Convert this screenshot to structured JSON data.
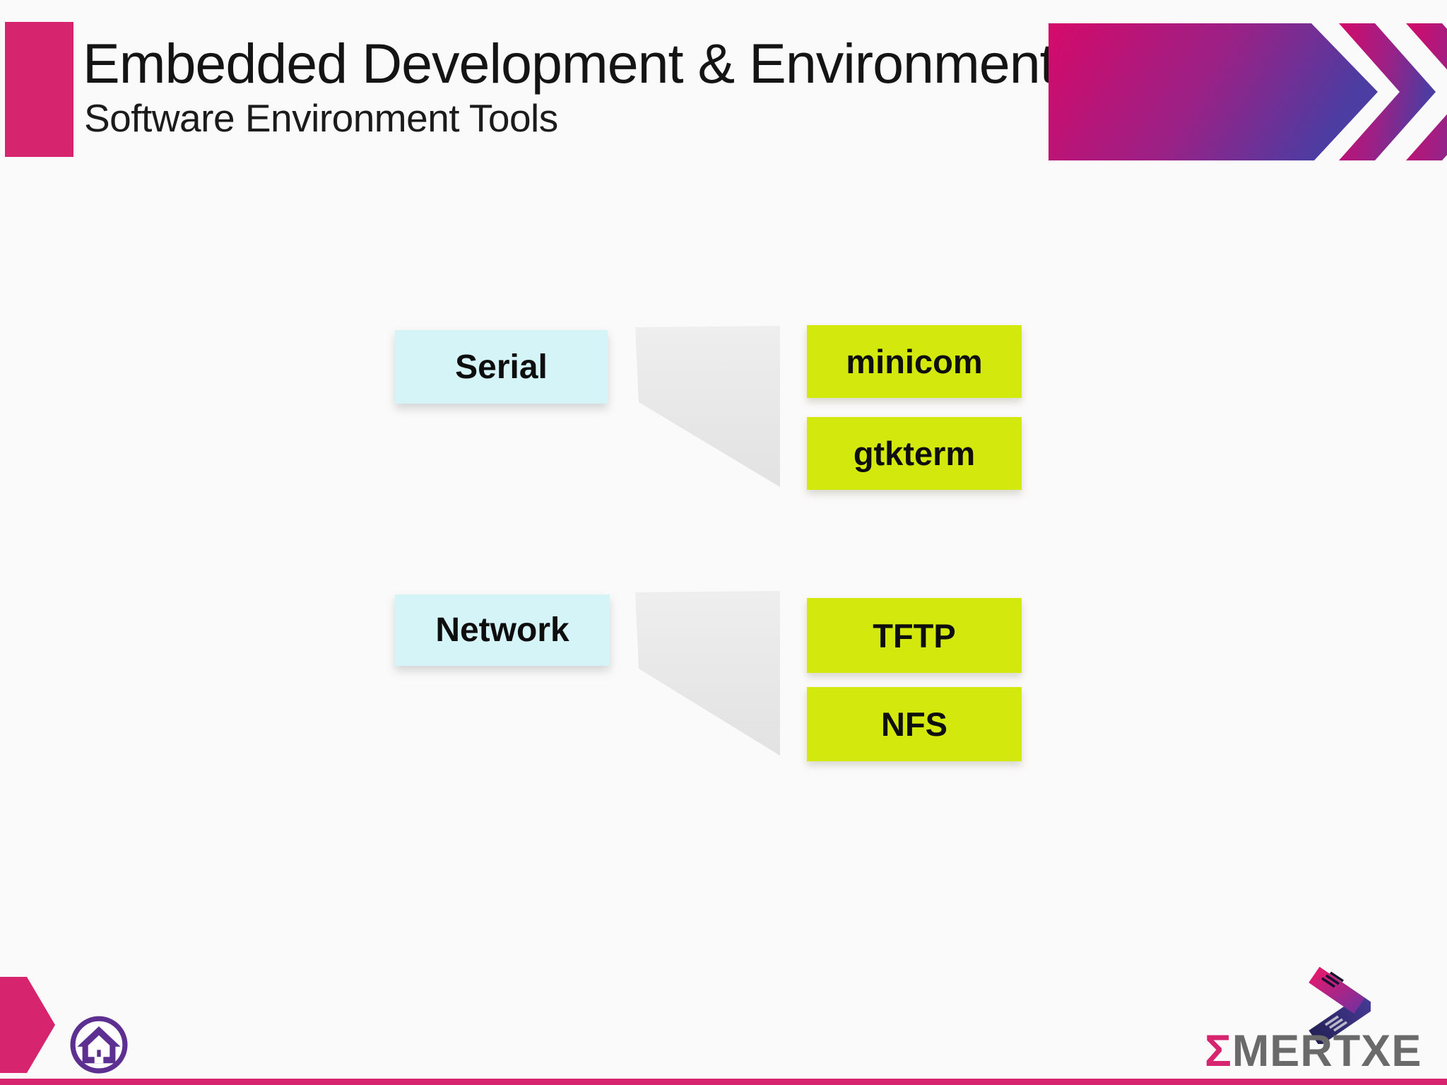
{
  "slide": {
    "title": "Embedded Development & Environment",
    "subtitle": "Software Environment Tools"
  },
  "diagram": {
    "rows": [
      {
        "source": "Serial",
        "targets": [
          "minicom",
          "gtkterm"
        ]
      },
      {
        "source": "Network",
        "targets": [
          "TFTP",
          "NFS"
        ]
      }
    ]
  },
  "footer": {
    "logo": {
      "sigma": "Σ",
      "name": "MERTXE"
    }
  },
  "icons": {
    "home_button": "home-icon",
    "header_decoration": "double-chevron-arrow-icon",
    "footer_decoration": "arrow-pentagon-icon",
    "logo_mark": "chevron-icon"
  },
  "colors": {
    "accent_pink": "#d6246e",
    "source_box_cyan": "#d5f4f7",
    "target_box_lime": "#d3e80d",
    "connector_grey": "#e9e9e9",
    "arrow_gradient_start": "#d50a6a",
    "arrow_gradient_end": "#4b3da2",
    "home_icon_purple": "#5c2f90",
    "logo_text_grey": "#6a6a6a",
    "text_black": "#141414",
    "background": "#fbfafa"
  }
}
